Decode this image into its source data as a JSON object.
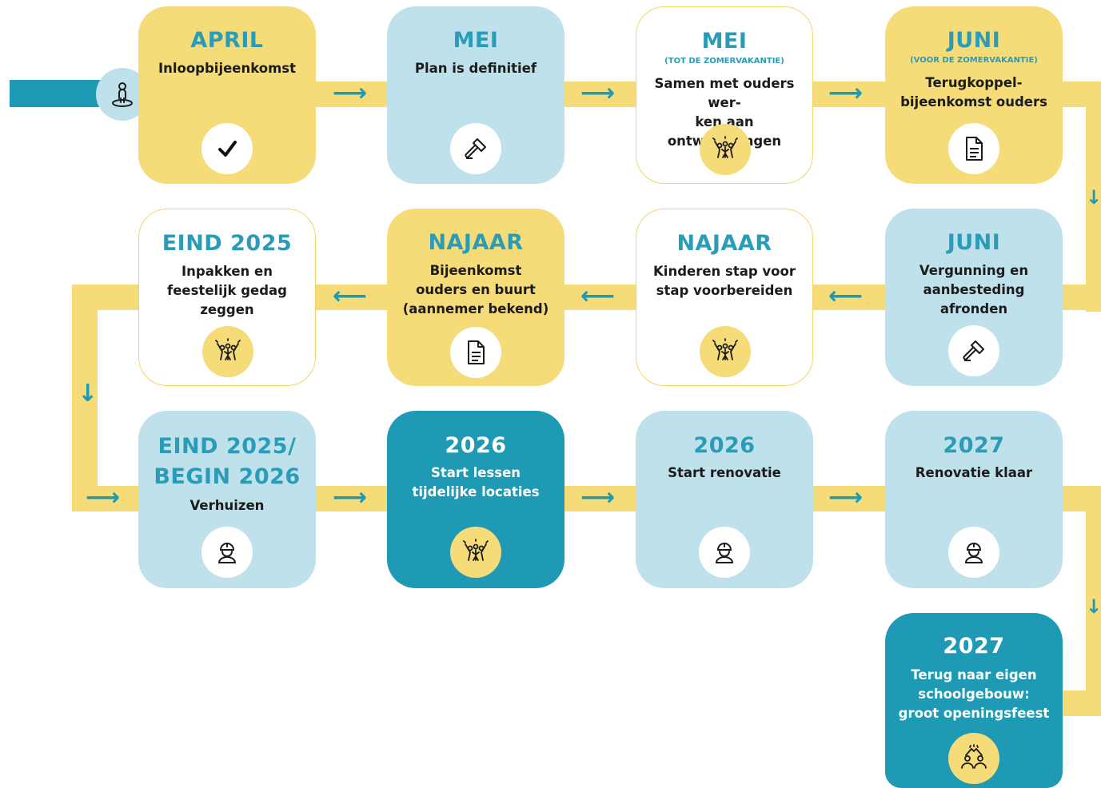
{
  "steps": [
    {
      "title": "APRIL",
      "subtitle": "",
      "description": "Inloopbijeenkomst",
      "icon": "check-icon"
    },
    {
      "title": "MEI",
      "subtitle": "",
      "description": "Plan is definitief",
      "icon": "gavel-icon"
    },
    {
      "title": "MEI",
      "subtitle": "(TOT DE ZOMERVAKANTIE)",
      "description": "Samen met ouders wer-\nken aan ontwikkelingen",
      "icon": "celebrating-people-icon"
    },
    {
      "title": "JUNI",
      "subtitle": "(VOOR DE ZOMERVAKANTIE)",
      "description": "Terugkoppel-\nbijeenkomst ouders",
      "icon": "document-icon"
    },
    {
      "title": "JUNI",
      "subtitle": "",
      "description": "Vergunning en\naanbesteding afronden",
      "icon": "gavel-icon"
    },
    {
      "title": "NAJAAR",
      "subtitle": "",
      "description": "Kinderen stap voor\nstap voorbereiden",
      "icon": "celebrating-people-icon"
    },
    {
      "title": "NAJAAR",
      "subtitle": "",
      "description": "Bijeenkomst\nouders en buurt\n(aannemer bekend)",
      "icon": "document-icon"
    },
    {
      "title": "EIND 2025",
      "subtitle": "",
      "description": "Inpakken en\nfeestelijk gedag zeggen",
      "icon": "celebrating-people-icon"
    },
    {
      "title": "EIND 2025/\nBEGIN 2026",
      "subtitle": "",
      "description": "Verhuizen",
      "icon": "worker-icon"
    },
    {
      "title": "2026",
      "subtitle": "",
      "description": "Start lessen\ntijdelijke locaties",
      "icon": "celebrating-people-icon"
    },
    {
      "title": "2026",
      "subtitle": "",
      "description": "Start renovatie",
      "icon": "worker-icon"
    },
    {
      "title": "2027",
      "subtitle": "",
      "description": "Renovatie klaar",
      "icon": "worker-icon"
    },
    {
      "title": "2027",
      "subtitle": "",
      "description": "Terug naar eigen\nschoolgebouw:\ngroot openingsfeest",
      "icon": "high-five-icon"
    }
  ],
  "colors": {
    "yellow": "#f5dc78",
    "light_blue": "#bfe1eb",
    "teal": "#1e9ab5",
    "title_blue": "#2a9cb8"
  },
  "start_icon": "person-location-icon"
}
